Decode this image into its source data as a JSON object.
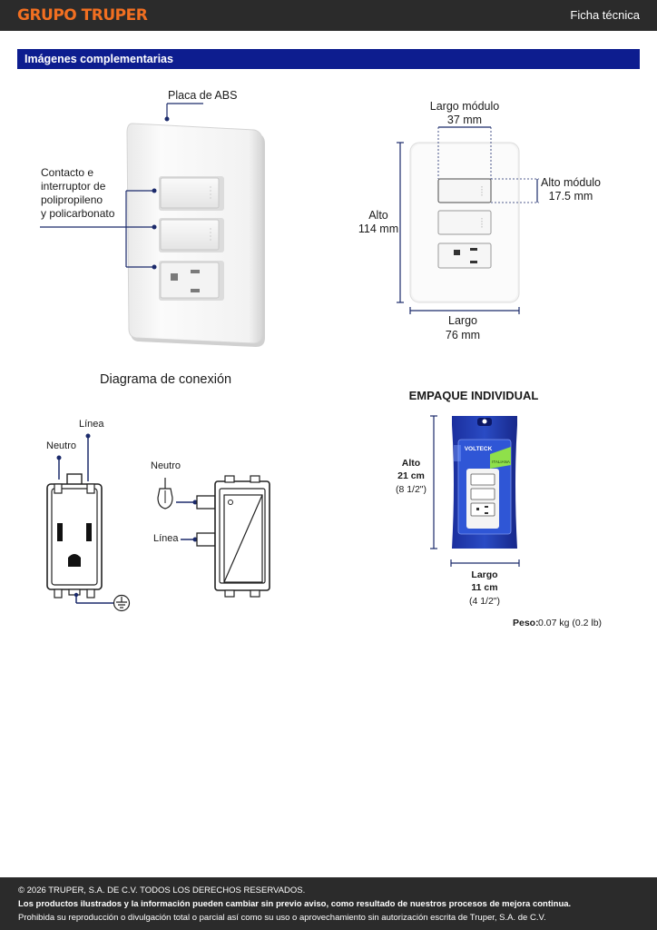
{
  "header": {
    "brand": "GRUPO TRUPER",
    "doc_type": "Ficha técnica"
  },
  "section": {
    "title": "Imágenes complementarias"
  },
  "product": {
    "label_plate": "Placa de ABS",
    "label_contact": [
      "Contacto e",
      "interruptor de",
      "polipropileno",
      "y policarbonato"
    ]
  },
  "dimensions": {
    "module_width_label": "Largo módulo",
    "module_width_value": "37 mm",
    "module_height_label": "Alto módulo",
    "module_height_value": "17.5 mm",
    "height_label": "Alto",
    "height_value": "114 mm",
    "width_label": "Largo",
    "width_value": "76 mm"
  },
  "diagram": {
    "title": "Diagrama de conexión",
    "outlet_line": "Línea",
    "outlet_neutral": "Neutro",
    "switch_neutral": "Neutro",
    "switch_line": "Línea"
  },
  "package": {
    "title": "EMPAQUE INDIVIDUAL",
    "height_label": "Alto",
    "height_value": "21 cm",
    "height_imperial": "(8 1/2\")",
    "width_label": "Largo",
    "width_value": "11 cm",
    "width_imperial": "(4 1/2\")",
    "brand_on_pack": "VOLTECK",
    "pack_tag": "ITALIANA",
    "weight_label": "Peso:",
    "weight_value": "0.07 kg (0.2 lb)"
  },
  "footer": {
    "copyright": "© 2026 TRUPER, S.A. DE C.V. TODOS LOS DERECHOS RESERVADOS.",
    "notice": "Los productos ilustrados y la información pueden cambiar sin previo aviso, como resultado de nuestros procesos de mejora continua.",
    "rights": "Prohibida su reproducción o divulgación total o parcial así como su uso o aprovechamiento sin autorización escrita de Truper, S.A. de C.V."
  },
  "colors": {
    "brand_orange": "#f26f21",
    "band_blue": "#0d1d8f",
    "annotation_navy": "#1b2a6b",
    "dark_bar": "#2b2b2b"
  }
}
